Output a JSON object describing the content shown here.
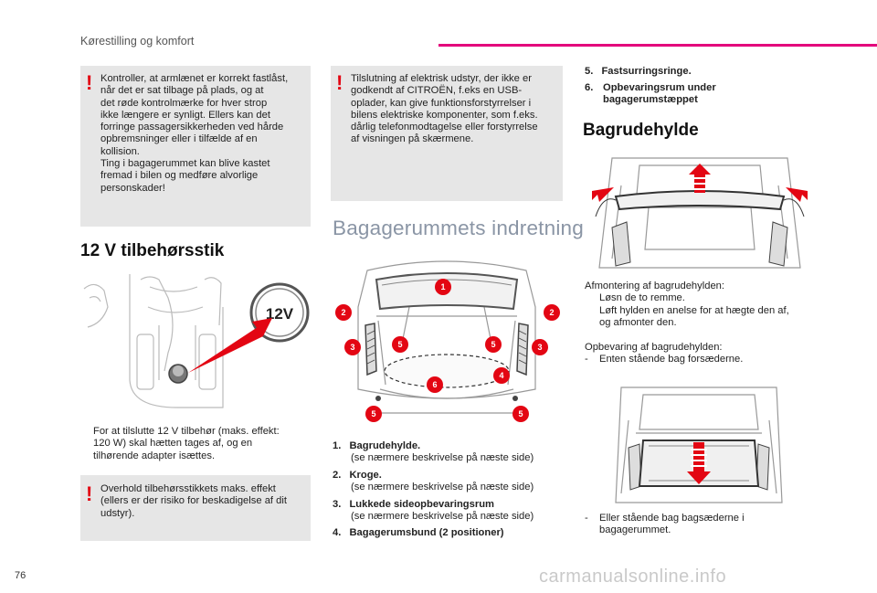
{
  "header": {
    "title": "Kørestilling og komfort"
  },
  "page_number": "76",
  "watermark": "carmanualsonline.info",
  "colors": {
    "accent": "#e3007c",
    "warning": "#e30613",
    "box": "#e6e6e6",
    "heading_light": "#8a95a5"
  },
  "col1": {
    "warning1": "Kontroller, at armlænet er korrekt fastlåst,\nnår det er sat tilbage på plads, og at\ndet røde kontrolmærke for hver strop\nikke længere er synligt. Ellers kan det\nforringe passagersikkerheden ved hårde\nopbremsninger eller i tilfælde af en\nkollision.\nTing i bagagerummet kan blive kastet\nfremad i bilen og medføre alvorlige\npersonskader!",
    "heading": "12 V tilbehørsstik",
    "socket_label": "12V",
    "bullet_mark": "",
    "bullet_text": "For at tilslutte 12 V tilbehør (maks. effekt:\n120 W) skal hætten tages af, og en\ntilhørende adapter isættes.",
    "warning2": "Overhold tilbehørsstikkets maks. effekt\n(ellers er der risiko for beskadigelse af dit\nudstyr)."
  },
  "col2": {
    "warning": "Tilslutning af elektrisk udstyr, der ikke er\ngodkendt af CITROËN, f.eks en USB-\noplader, kan give funktionsforstyrrelser i\nbilens elektriske komponenter, som f.eks.\ndårlig telefonmodtagelse eller forstyrrelse\naf visningen på skærmene.",
    "heading": "Bagagerummets indretning",
    "markers": [
      "1",
      "2",
      "2",
      "3",
      "3",
      "5",
      "5",
      "4",
      "6",
      "5",
      "5"
    ],
    "items": [
      {
        "num": "1.",
        "title": "Bagrudehylde.",
        "desc": "(se nærmere beskrivelse på næste side)"
      },
      {
        "num": "2.",
        "title": "Kroge.",
        "desc": "(se nærmere beskrivelse på næste side)"
      },
      {
        "num": "3.",
        "title": "Lukkede sideopbevaringsrum",
        "desc": "(se nærmere beskrivelse på næste side)"
      },
      {
        "num": "4.",
        "title": "Bagagerumsbund (2 positioner)",
        "desc": ""
      }
    ]
  },
  "col3": {
    "items": [
      {
        "num": "5.",
        "title": "Fastsurringsringe."
      },
      {
        "num": "6.",
        "title": "Opbevaringsrum under\nbagagerumstæppet"
      }
    ],
    "heading": "Bagrudehylde",
    "removal_title": "Afmontering af bagrudehylden:",
    "removal_steps": [
      "Løsn de to remme.",
      "Løft hylden en anelse for at hægte den af,\nog afmonter den."
    ],
    "storage_title": "Opbevaring af bagrudehylden:",
    "storage_step1": "Enten stående bag forsæderne.",
    "storage_step2": "Eller stående bag bagsæderne i\nbagagerummet.",
    "dash": "-"
  }
}
